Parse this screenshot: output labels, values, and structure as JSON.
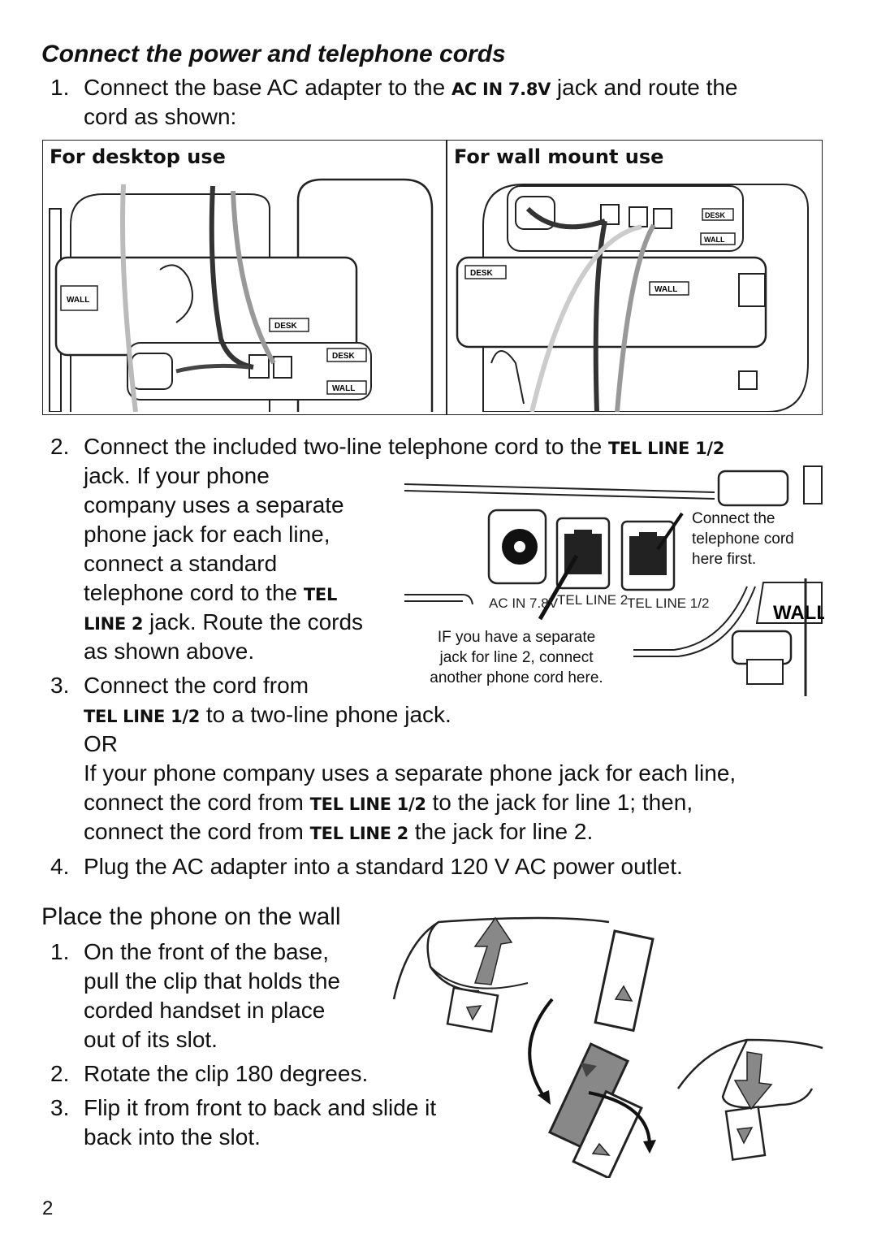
{
  "heading": "Connect the power and telephone cords",
  "step1": {
    "num": "1.",
    "pre": "Connect the base AC adapter to the",
    "tag": "AC IN 7.8V",
    "post": "jack and route the",
    "line2": "cord as shown:"
  },
  "panels": {
    "desktop_label": "For desktop use",
    "wall_label": "For wall mount use",
    "desk_tag": "DESK",
    "wall_tag": "WALL"
  },
  "step2": {
    "num": "2.",
    "pre": "Connect the included two-line telephone cord to the",
    "tag1": "TEL LINE 1/2",
    "l2": "jack. If your phone",
    "l3": "company uses a separate",
    "l4": "phone jack for each line,",
    "l5": "connect a standard",
    "l6": "telephone cord to the",
    "tag2a": "TEL",
    "tag2b": "LINE 2",
    "l7post": "jack. Route the cords",
    "l8": "as shown above."
  },
  "jack_diagram": {
    "ac_label": "AC IN 7.8V",
    "tel2_label": "TEL LINE 2",
    "tel12_label": "TEL LINE 1/2",
    "wall_label": "WALL",
    "callout_top": [
      "Connect the",
      "telephone cord",
      "here first."
    ],
    "callout_bottom": [
      "IF you have a separate",
      "jack for line 2, connect",
      "another phone cord here."
    ]
  },
  "step3": {
    "num": "3.",
    "l1": "Connect the cord from",
    "tag": "TEL LINE 1/2",
    "l2post": "to a two-line phone jack.",
    "or": "OR",
    "l3": "If your phone company uses a separate phone jack for each line,",
    "l4pre": "connect the cord from",
    "l4tag": "TEL LINE 1/2",
    "l4post": "to the jack for line 1; then,",
    "l5pre": "connect the cord from",
    "l5tag": "TEL LINE 2",
    "l5post": "the jack for line 2."
  },
  "step4": {
    "num": "4.",
    "text": "Plug the AC adapter into a standard 120 V AC power outlet."
  },
  "wall_section": {
    "title": "Place the phone on the wall",
    "steps": [
      {
        "num": "1.",
        "lines": [
          "On the front of the base,",
          "pull the clip that holds the",
          "corded handset in place",
          "out of its slot."
        ]
      },
      {
        "num": "2.",
        "lines": [
          "Rotate the clip 180 degrees."
        ]
      },
      {
        "num": "3.",
        "lines": [
          "Flip it from front to back and slide it",
          "back into the slot."
        ]
      }
    ]
  },
  "page_number": "2"
}
